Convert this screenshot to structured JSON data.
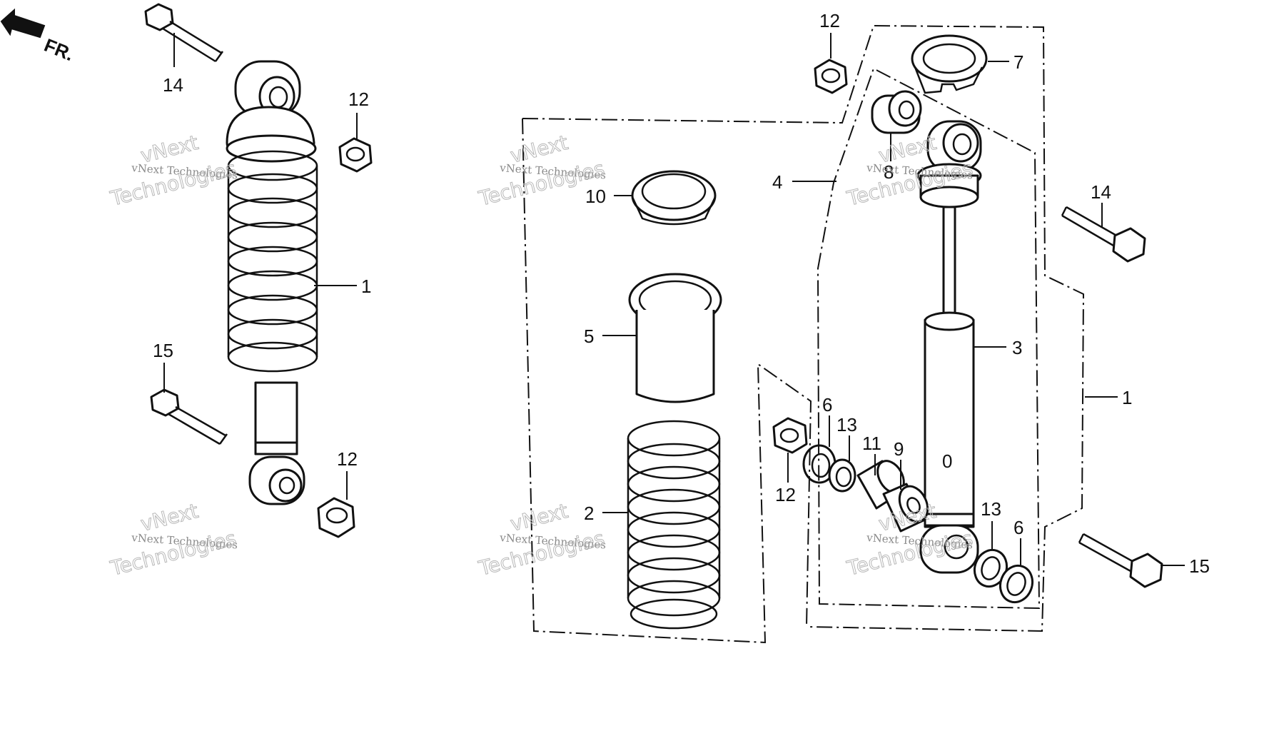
{
  "orientation": {
    "label": "FR."
  },
  "watermark": {
    "text": "vNext Technologies",
    "brand": "vNext",
    "word": "Technologies"
  },
  "callouts": [
    {
      "id": "c-14-left",
      "part_no": "14"
    },
    {
      "id": "c-12-top-left",
      "part_no": "12"
    },
    {
      "id": "c-1-left",
      "part_no": "1"
    },
    {
      "id": "c-15-left",
      "part_no": "15"
    },
    {
      "id": "c-12-bottom-left",
      "part_no": "12"
    },
    {
      "id": "c-10",
      "part_no": "10"
    },
    {
      "id": "c-5",
      "part_no": "5"
    },
    {
      "id": "c-2",
      "part_no": "2"
    },
    {
      "id": "c-12-top-right",
      "part_no": "12"
    },
    {
      "id": "c-7",
      "part_no": "7"
    },
    {
      "id": "c-4",
      "part_no": "4"
    },
    {
      "id": "c-8",
      "part_no": "8"
    },
    {
      "id": "c-14-right",
      "part_no": "14"
    },
    {
      "id": "c-3",
      "part_no": "3"
    },
    {
      "id": "c-1-right",
      "part_no": "1"
    },
    {
      "id": "c-6-top",
      "part_no": "6"
    },
    {
      "id": "c-13-top",
      "part_no": "13"
    },
    {
      "id": "c-11",
      "part_no": "11"
    },
    {
      "id": "c-9",
      "part_no": "9"
    },
    {
      "id": "c-12-mid-right",
      "part_no": "12"
    },
    {
      "id": "c-13-bottom",
      "part_no": "13"
    },
    {
      "id": "c-6-bottom",
      "part_no": "6"
    },
    {
      "id": "c-15-right",
      "part_no": "15"
    }
  ],
  "colors": {
    "ink": "#111111",
    "paper": "#ffffff",
    "watermark": "#8a8a8a"
  }
}
